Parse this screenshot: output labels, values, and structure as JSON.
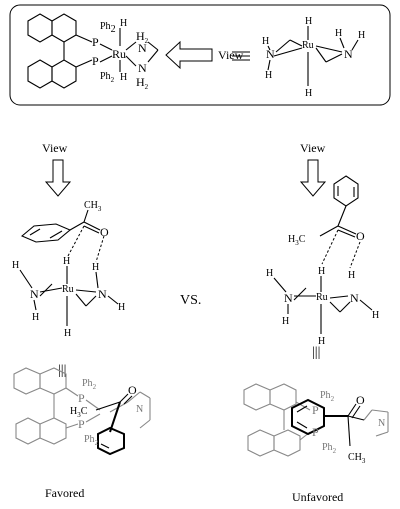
{
  "labels": {
    "ph2": "Ph",
    "ph2_sub": "2",
    "p": "P",
    "h": "H",
    "ru": "Ru",
    "n": "N",
    "nh2": "N",
    "h2_sub": "2",
    "h2_letter": "H",
    "view": "View",
    "ch3": "CH",
    "ch3_sub": "3",
    "h3c": "H",
    "h3c_sub": "3",
    "h3c_c": "C",
    "o": "O",
    "vs": "VS.",
    "equiv_mark": "|||",
    "favored": "Favored",
    "unfavored": "Unfavored"
  }
}
